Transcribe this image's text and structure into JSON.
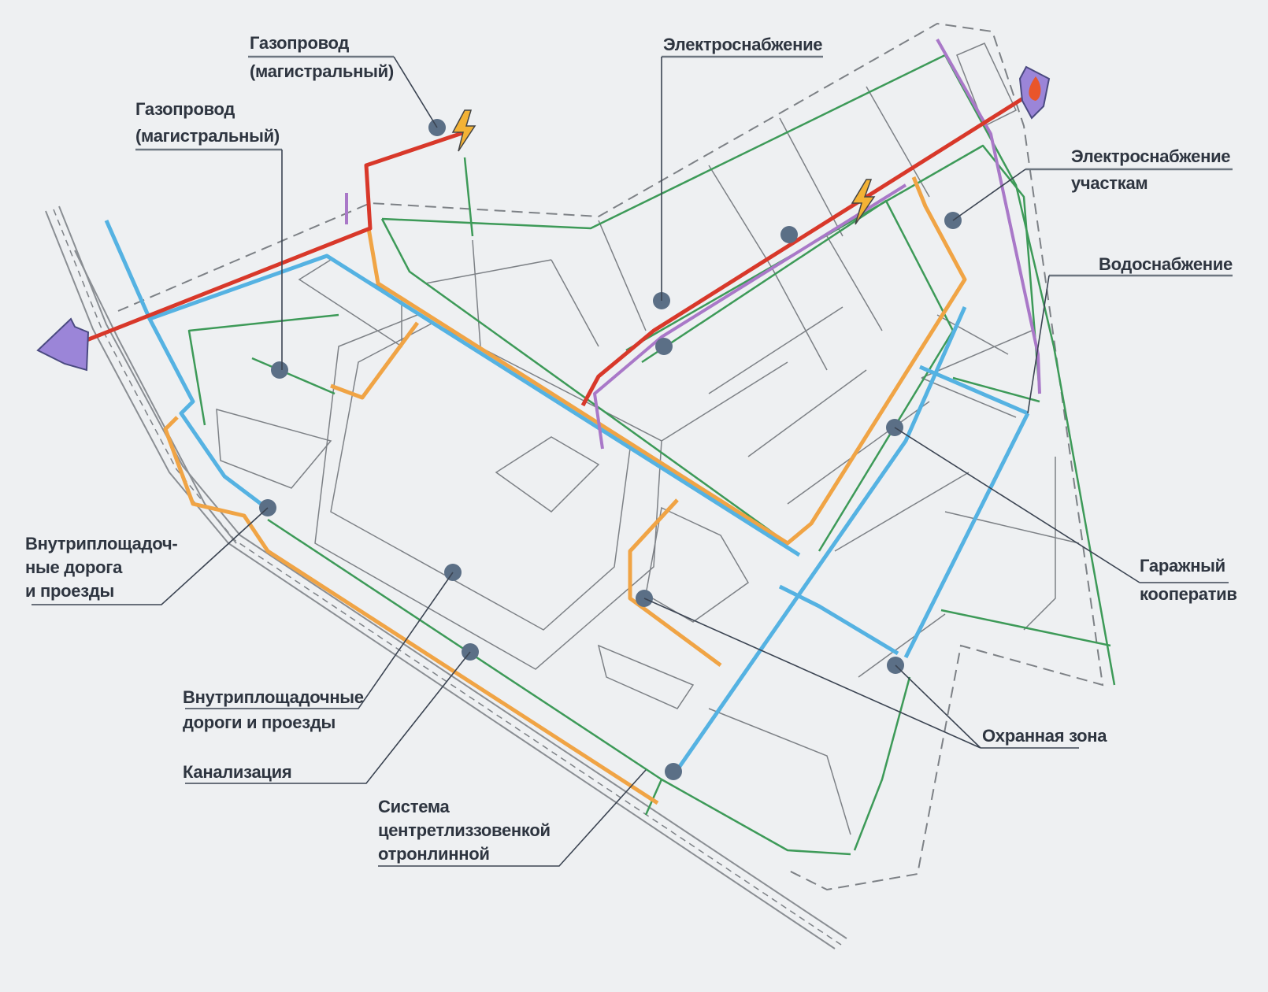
{
  "title": "Схема инженерных сетей",
  "labels": {
    "gas_main_top": [
      "Газопровод",
      "(магистральный)"
    ],
    "gas_main_left": [
      "Газопровод",
      "(магистральный)"
    ],
    "power": [
      "Электроснабжение"
    ],
    "power_plots": [
      "Электроснабжение",
      "участкам"
    ],
    "water": [
      "Водоснабжение"
    ],
    "roads_left": [
      "Внутриплощадоч-",
      "ные дорога",
      "и проезды"
    ],
    "roads_center": [
      "Внутриплощадочные",
      "дороги и проезды"
    ],
    "sewer": [
      "Канализация"
    ],
    "system": [
      "Система",
      "центретлиззовенкой",
      "отронлинной"
    ],
    "garage": [
      "Гаражный",
      "кооператив"
    ],
    "protection_zone": [
      "Охранная зона"
    ]
  },
  "colors": {
    "gas": "#d8382a",
    "water": "#55b2e2",
    "sewer": "#f0a445",
    "power": "#3d9a58",
    "power_plots": "#a978c8",
    "marker": "#5b6f86"
  },
  "icons": [
    "gas-source-pentagon-icon",
    "lightning-icon",
    "fire-shield-icon"
  ]
}
